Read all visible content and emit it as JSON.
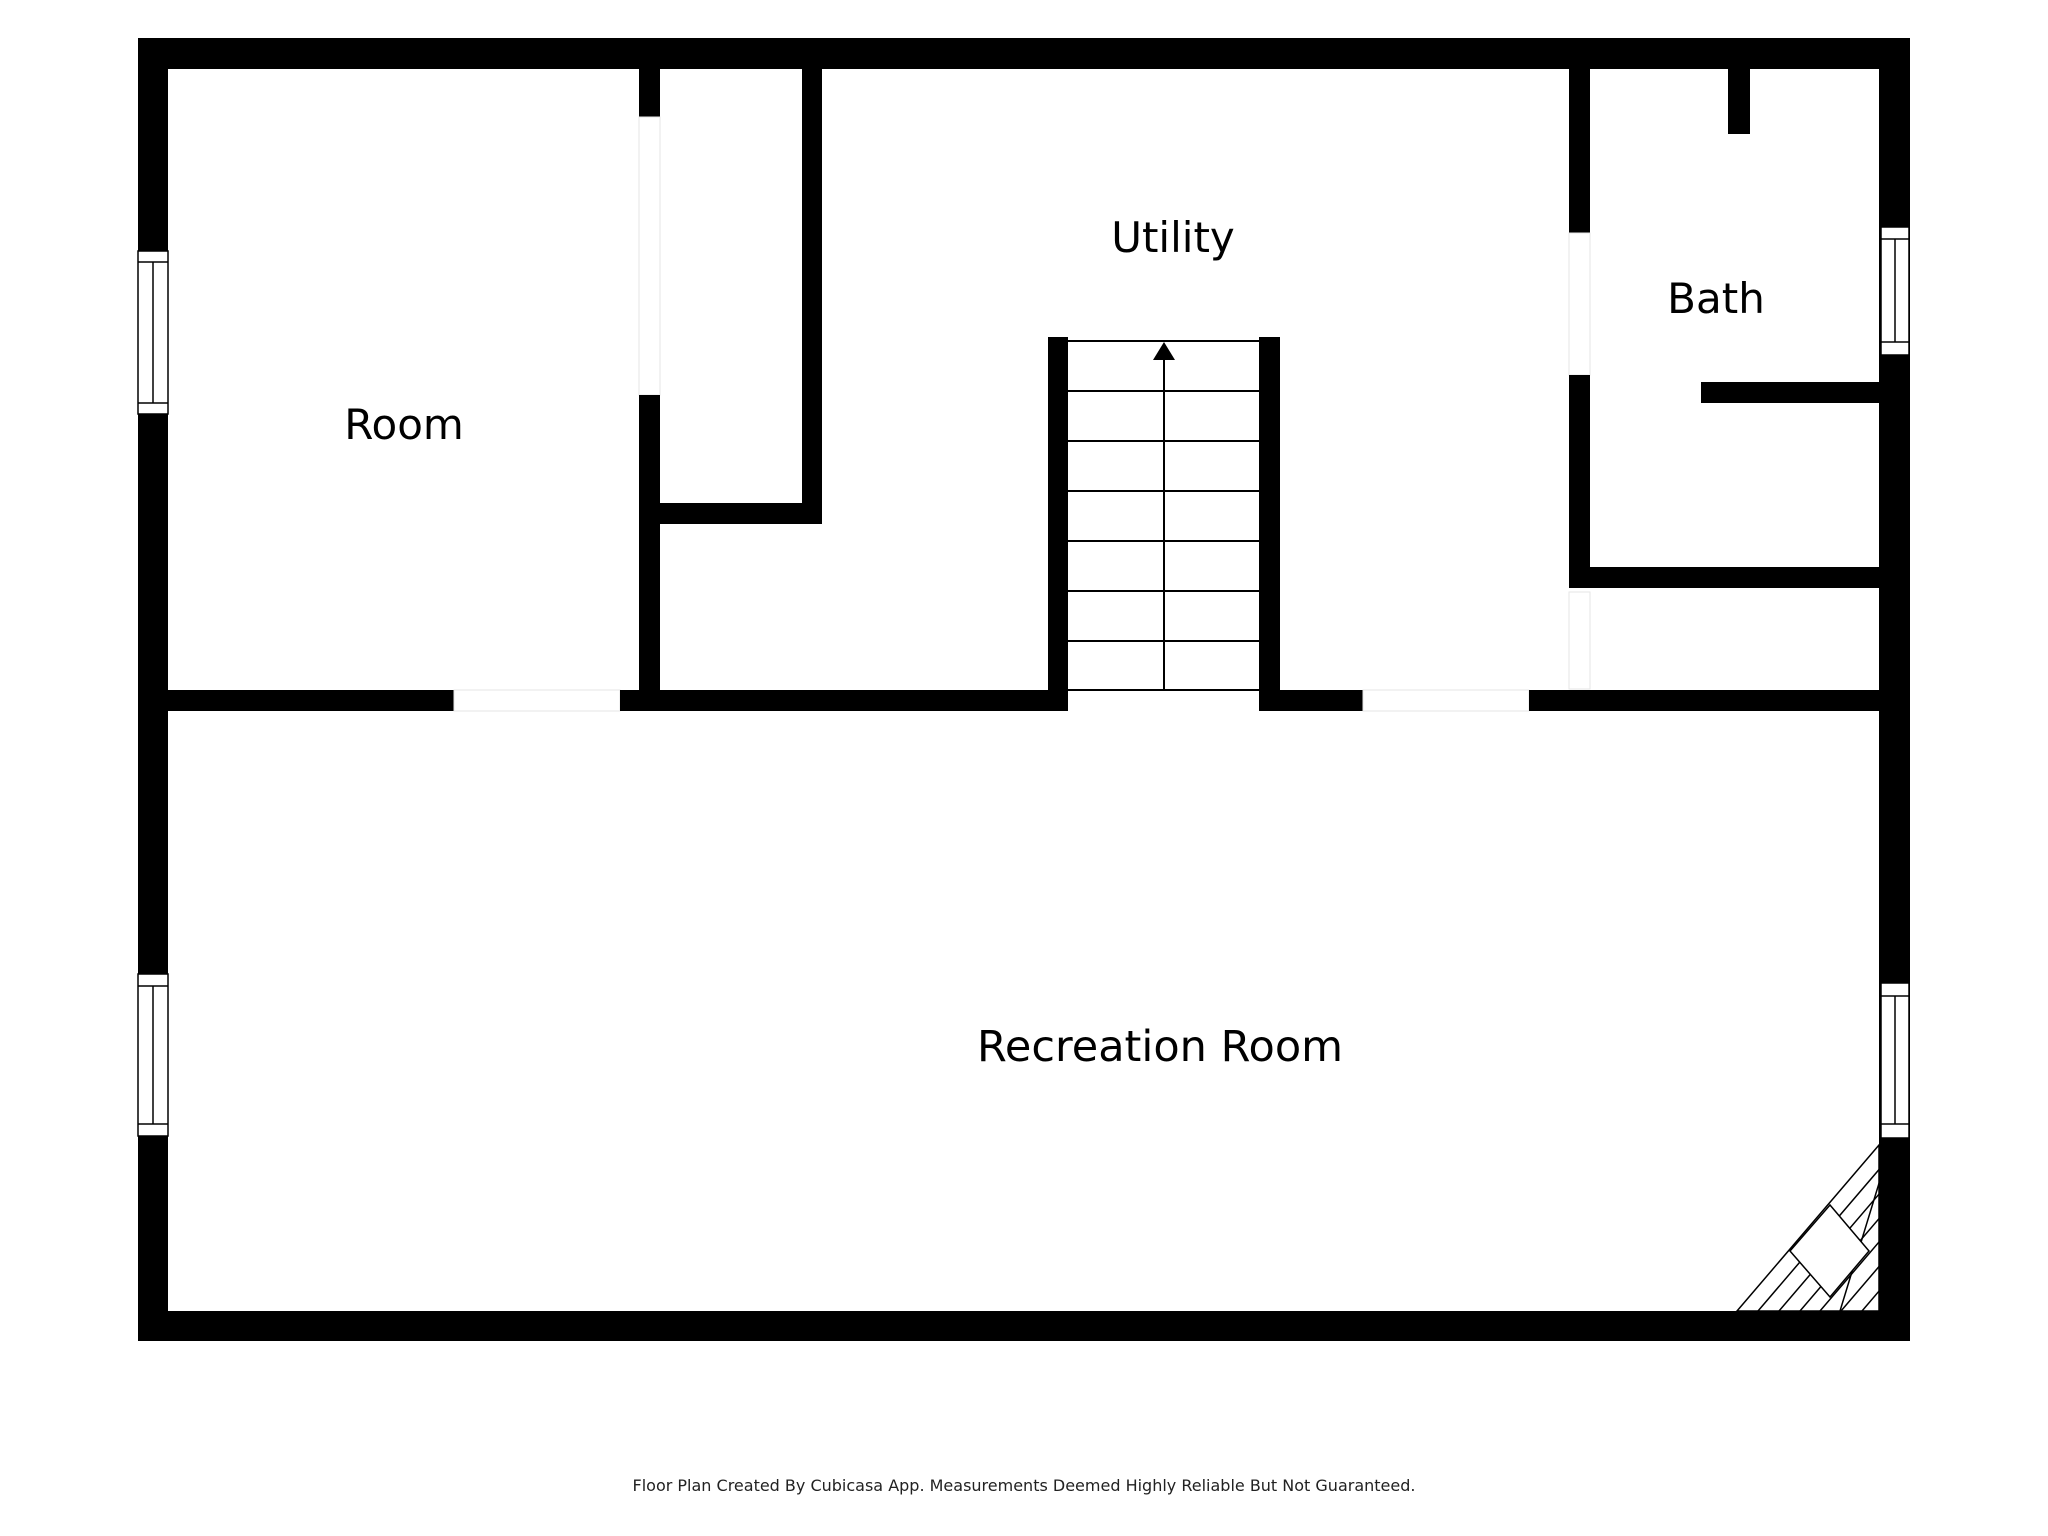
{
  "floor_plan": {
    "rooms": [
      {
        "id": "room",
        "label": "Room"
      },
      {
        "id": "utility",
        "label": "Utility"
      },
      {
        "id": "bath",
        "label": "Bath"
      },
      {
        "id": "recreation",
        "label": "Recreation Room"
      }
    ],
    "features": {
      "stairs": {
        "direction": "up",
        "steps": 7
      },
      "fireplace": "corner-fireplace",
      "windows": 4
    },
    "colors": {
      "wall": "#000000",
      "background": "#ffffff"
    }
  },
  "footer": {
    "disclaimer": "Floor Plan Created By Cubicasa App. Measurements Deemed Highly Reliable But Not Guaranteed."
  }
}
